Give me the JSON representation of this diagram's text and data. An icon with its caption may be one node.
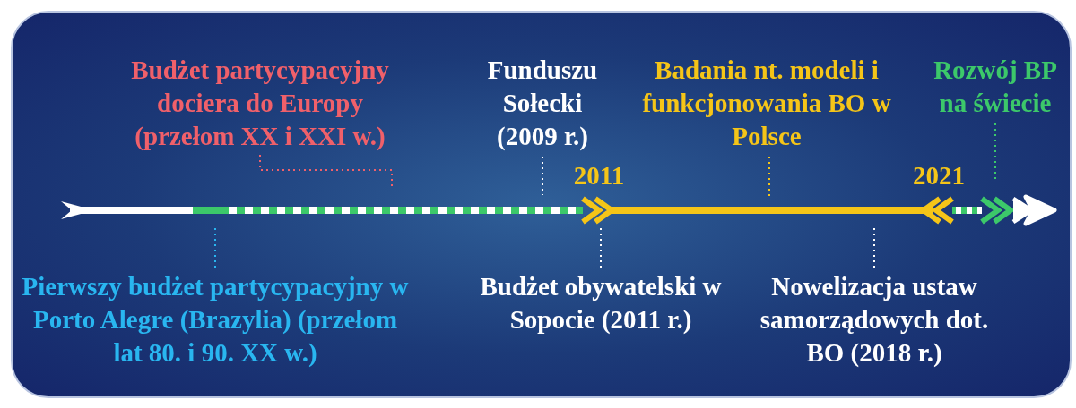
{
  "diagram": {
    "nodes": [
      {
        "text": [
          "Budżet partycypacyjny dociera do Europy (przełom XX i XXI w.)"
        ]
      },
      {
        "text": [
          "Funduszu Sołecki (2009 r.)"
        ]
      },
      {
        "text": [
          "Badania nt. modeli i funkcjonowania BO w Polsce"
        ]
      },
      {
        "text": [
          "Rozwój BP na świecie"
        ]
      },
      {
        "text": [
          "Pierwszy budżet partycypacyjny w Porto Alegre (Brazylia) (przełom lat 80. i 90. XX w.)"
        ]
      },
      {
        "text": [
          "Budżet obywatelski w Sopocie (2011 r.)"
        ]
      },
      {
        "text": [
          "Nowelizacja ustaw samorządowych dot. BO (2018 r.)"
        ]
      }
    ],
    "edges": [
      {
        "from": 0,
        "to": null,
        "arrow": "none",
        "style": "dashed",
        "color": "#f0606a"
      },
      {
        "from": 1,
        "to": null,
        "arrow": "none",
        "style": "dashed"
      },
      {
        "from": 2,
        "to": null,
        "arrow": "none",
        "style": "dashed",
        "color": "#f5c518"
      },
      {
        "from": 3,
        "to": null,
        "arrow": "none",
        "style": "dashed",
        "color": "#3cc86a"
      },
      {
        "from": 4,
        "to": null,
        "arrow": "none",
        "style": "dashed",
        "color": "#29b6f0"
      },
      {
        "from": 5,
        "to": null,
        "arrow": "none",
        "style": "dashed"
      },
      {
        "from": 6,
        "to": null,
        "arrow": "none",
        "style": "dashed"
      }
    ],
    "labels": [
      "2011",
      "2021"
    ]
  }
}
